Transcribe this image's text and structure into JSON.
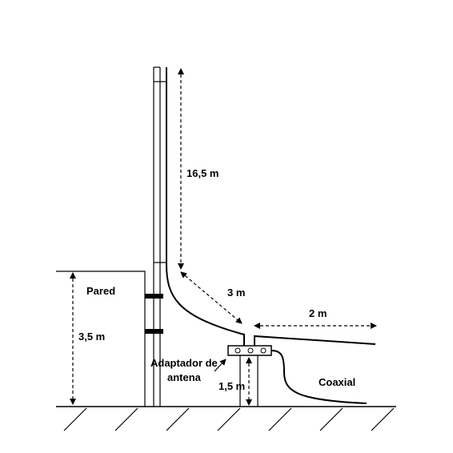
{
  "labels": {
    "antenna_height": "16,5 m",
    "wall": "Pared",
    "wall_height": "3,5 m",
    "slope_length": "3 m",
    "horizontal_length": "2 m",
    "adapter_line1": "Adaptador de",
    "adapter_line2": "antena",
    "adapter_height": "1,5 m",
    "coax": "Coaxial"
  },
  "colors": {
    "ink": "#000000",
    "background": "#ffffff"
  }
}
